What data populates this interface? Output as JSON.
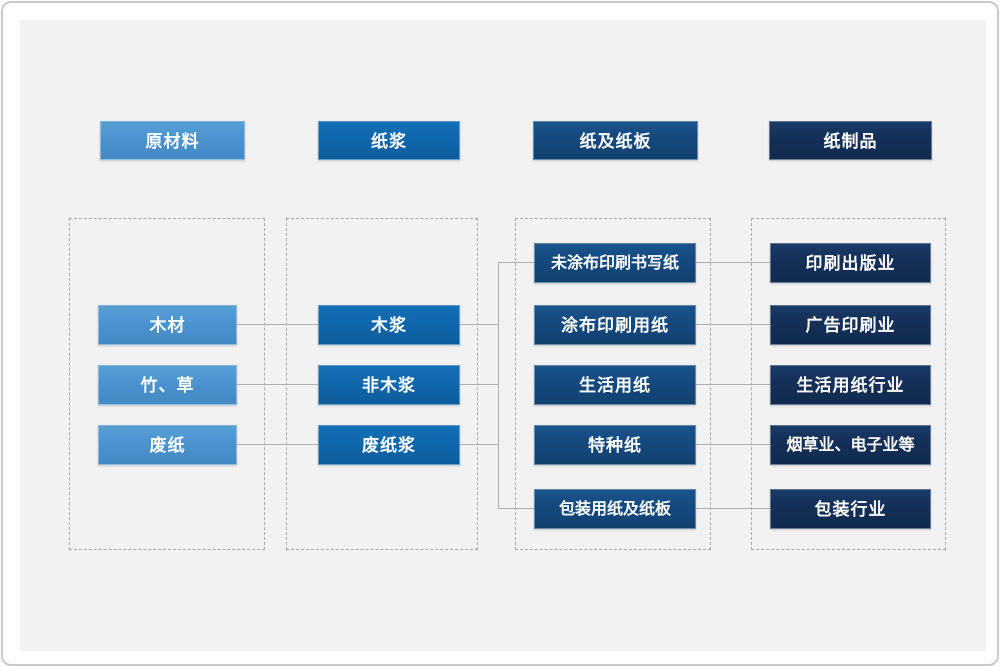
{
  "diagram": {
    "title_implicit": "造纸产业链流程图",
    "columns": [
      {
        "header": "原材料",
        "items": [
          "木材",
          "竹、草",
          "废纸"
        ]
      },
      {
        "header": "纸浆",
        "items": [
          "木浆",
          "非木浆",
          "废纸浆"
        ]
      },
      {
        "header": "纸及纸板",
        "items": [
          "未涂布印刷书写纸",
          "涂布印刷用纸",
          "生活用纸",
          "特种纸",
          "包装用纸及纸板"
        ]
      },
      {
        "header": "纸制品",
        "items": [
          "印刷出版业",
          "广告印刷业",
          "生活用纸行业",
          "烟草业、电子业等",
          "包装行业"
        ]
      }
    ],
    "connections": [
      {
        "from": "木材",
        "to": "木浆"
      },
      {
        "from": "竹、草",
        "to": "非木浆"
      },
      {
        "from": "废纸",
        "to": "废纸浆"
      },
      {
        "from": "木浆, 非木浆, 废纸浆",
        "to": "纸及纸板 (共用竖线汇流)"
      },
      {
        "from": "未涂布印刷书写纸",
        "to": "印刷出版业"
      },
      {
        "from": "涂布印刷用纸",
        "to": "广告印刷业"
      },
      {
        "from": "生活用纸",
        "to": "生活用纸行业"
      },
      {
        "from": "特种纸",
        "to": "烟草业、电子业等"
      },
      {
        "from": "包装用纸及纸板",
        "to": "包装行业"
      }
    ],
    "colors": {
      "raw_material_blue": "#4b93cf",
      "pulp_blue": "#0f67ab",
      "paper_blue": "#14497e",
      "product_navy": "#142f58",
      "connector_gray": "#b0b0b0",
      "dashed_border_gray": "#a8a8a8",
      "canvas_bg": "#f2f2f3",
      "frame_border": "#c9c9c9"
    }
  }
}
